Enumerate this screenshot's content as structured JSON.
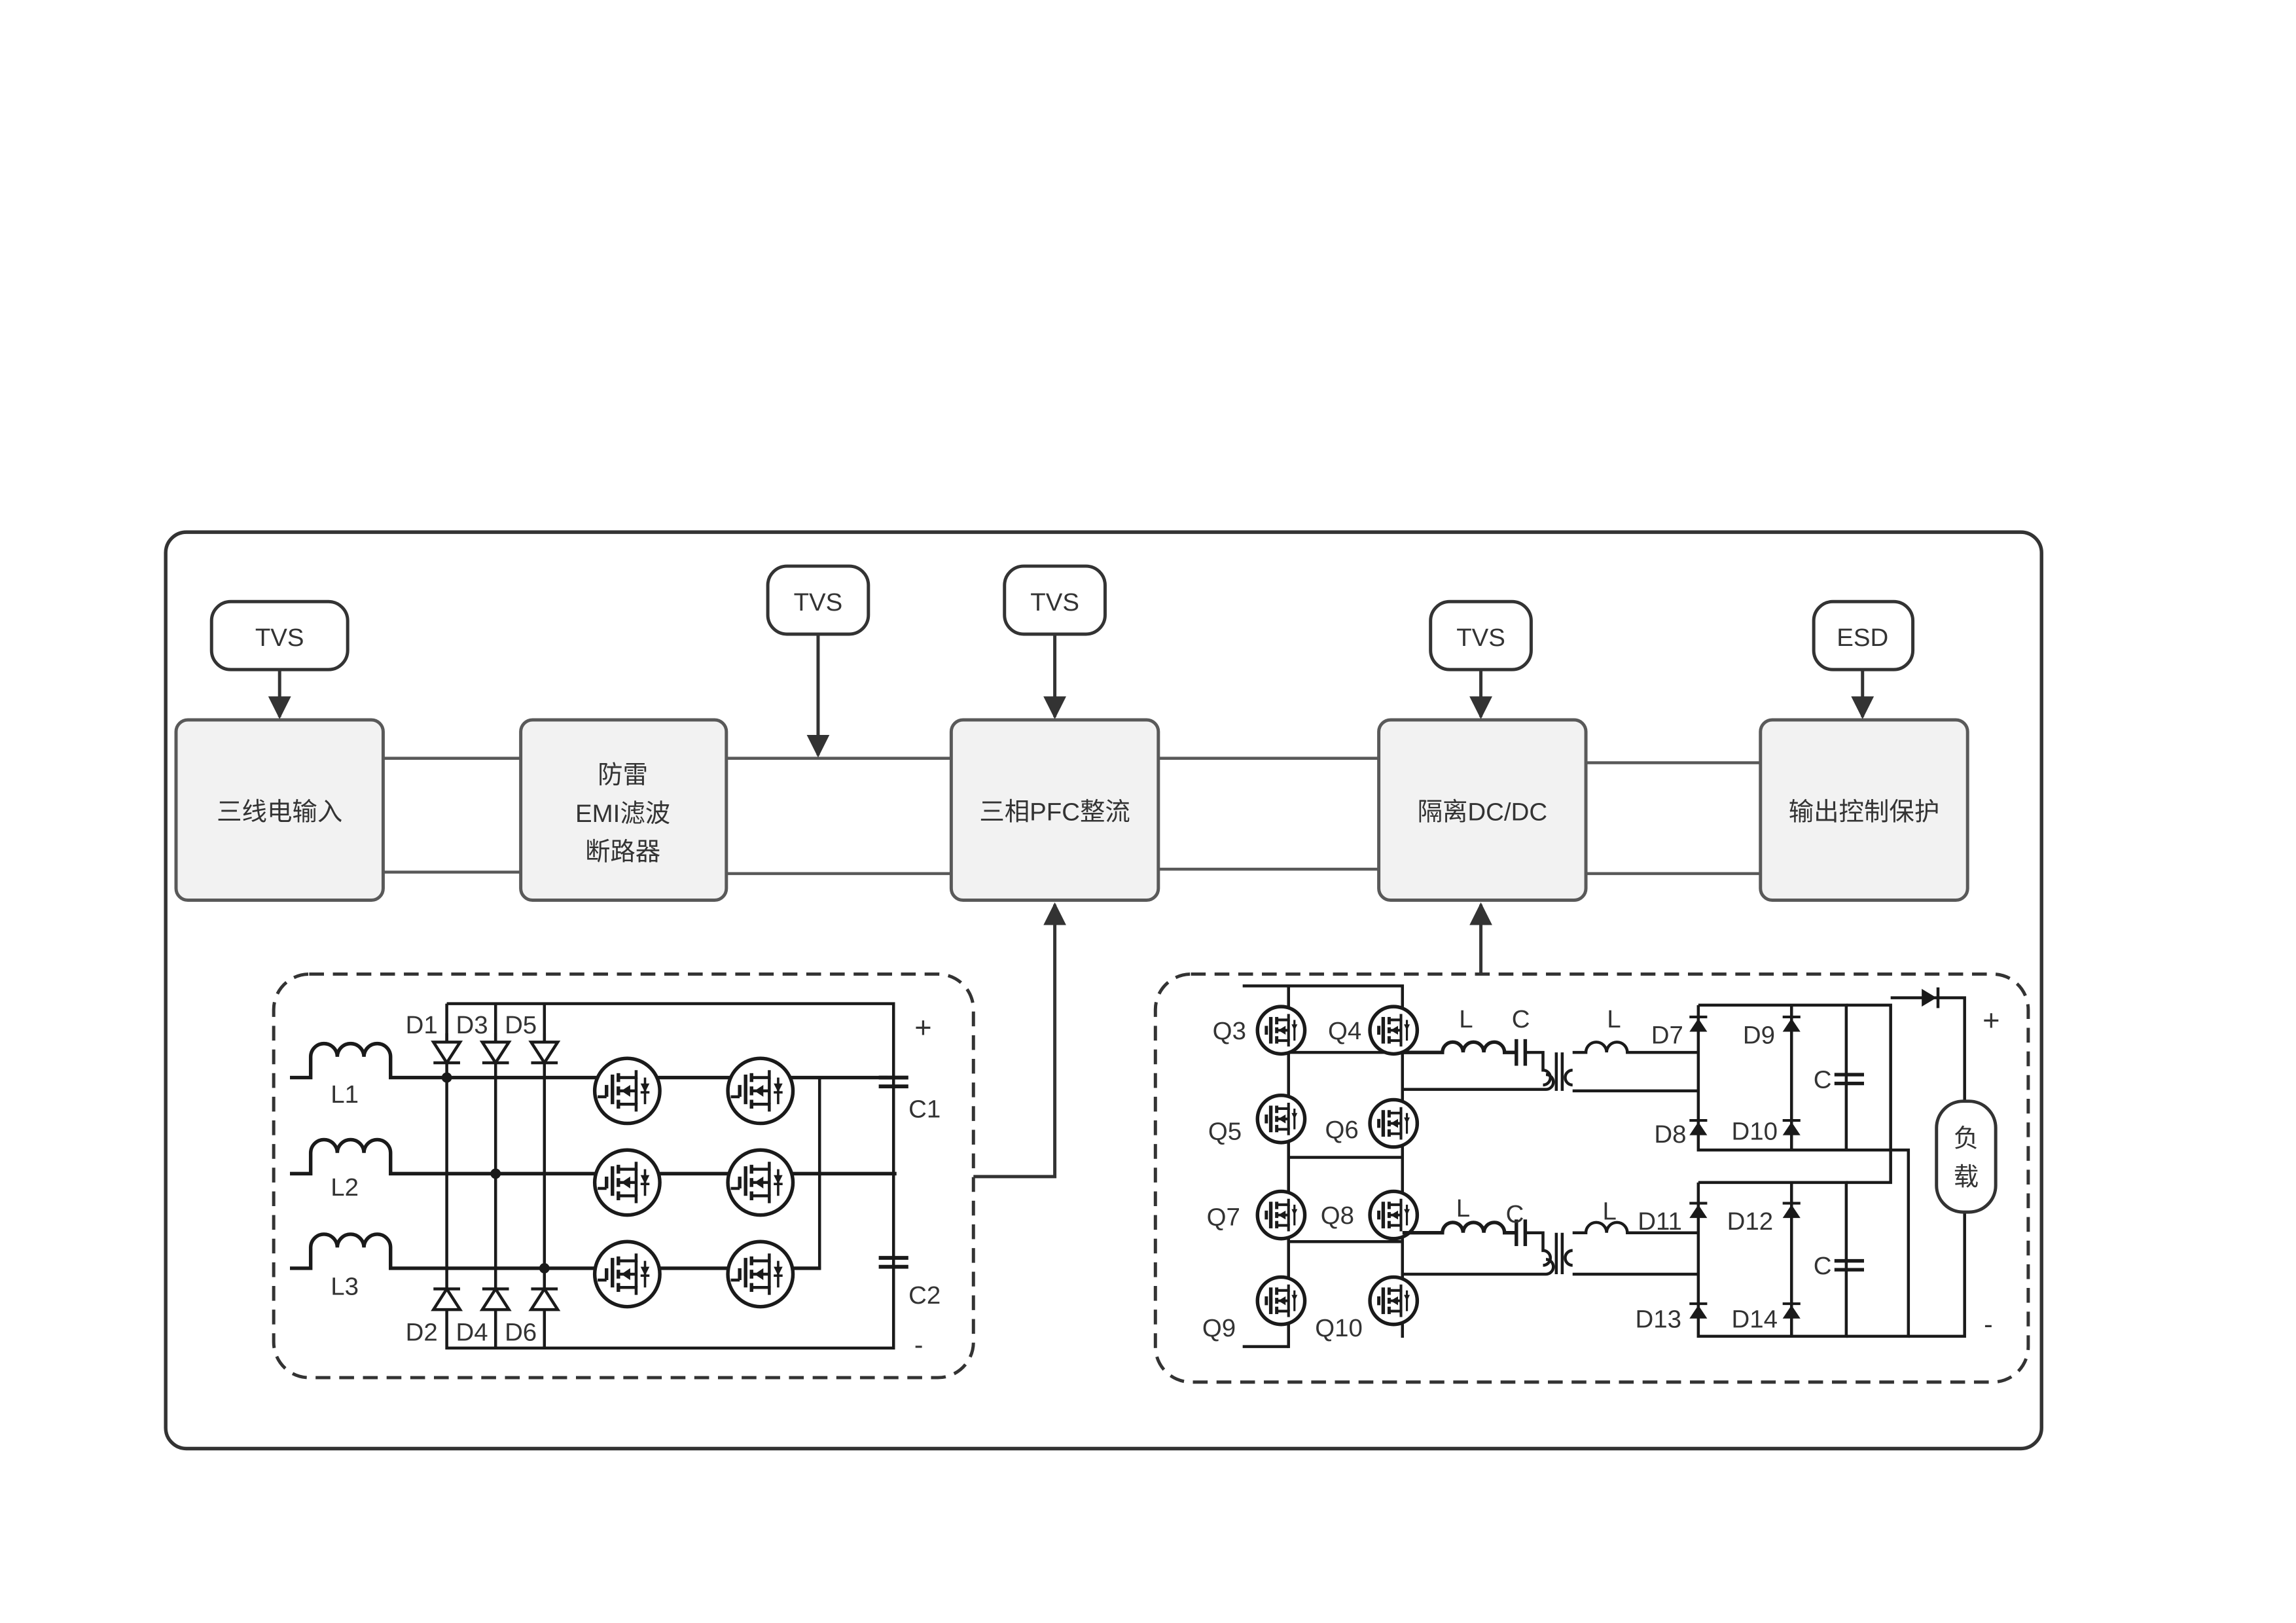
{
  "blocks": {
    "input": "三线电输入",
    "surge_line1": "防雷",
    "surge_line2": "EMI滤波",
    "surge_line3": "断路器",
    "pfc": "三相PFC整流",
    "dcdc": "隔离DC/DC",
    "output": "输出控制保护"
  },
  "protection": {
    "tvs_input": "TVS",
    "tvs_filter": "TVS",
    "tvs_pfc": "TVS",
    "tvs_dcdc": "TVS",
    "esd_output": "ESD"
  },
  "pfc_schematic": {
    "inductors": [
      "L1",
      "L2",
      "L3"
    ],
    "diodes": [
      "D1",
      "D3",
      "D5",
      "D2",
      "D4",
      "D6"
    ],
    "capacitors": [
      "C1",
      "C2"
    ],
    "plus": "+",
    "minus": "-"
  },
  "dcdc_schematic": {
    "switches": [
      "Q3",
      "Q4",
      "Q5",
      "Q6",
      "Q7",
      "Q8",
      "Q9",
      "Q10"
    ],
    "tank_labels": [
      "L",
      "C",
      "L",
      "L",
      "C",
      "L"
    ],
    "diodes": [
      "D7",
      "D9",
      "D8",
      "D10",
      "D11",
      "D12",
      "D13",
      "D14"
    ],
    "output_caps": [
      "C",
      "C"
    ],
    "load_line1": "负",
    "load_line2": "载",
    "plus": "+",
    "minus": "-"
  },
  "colors": {
    "block_fill": "#f2f2f2",
    "block_stroke": "#595959",
    "wire": "#1a1a1a",
    "text": "#333333"
  }
}
